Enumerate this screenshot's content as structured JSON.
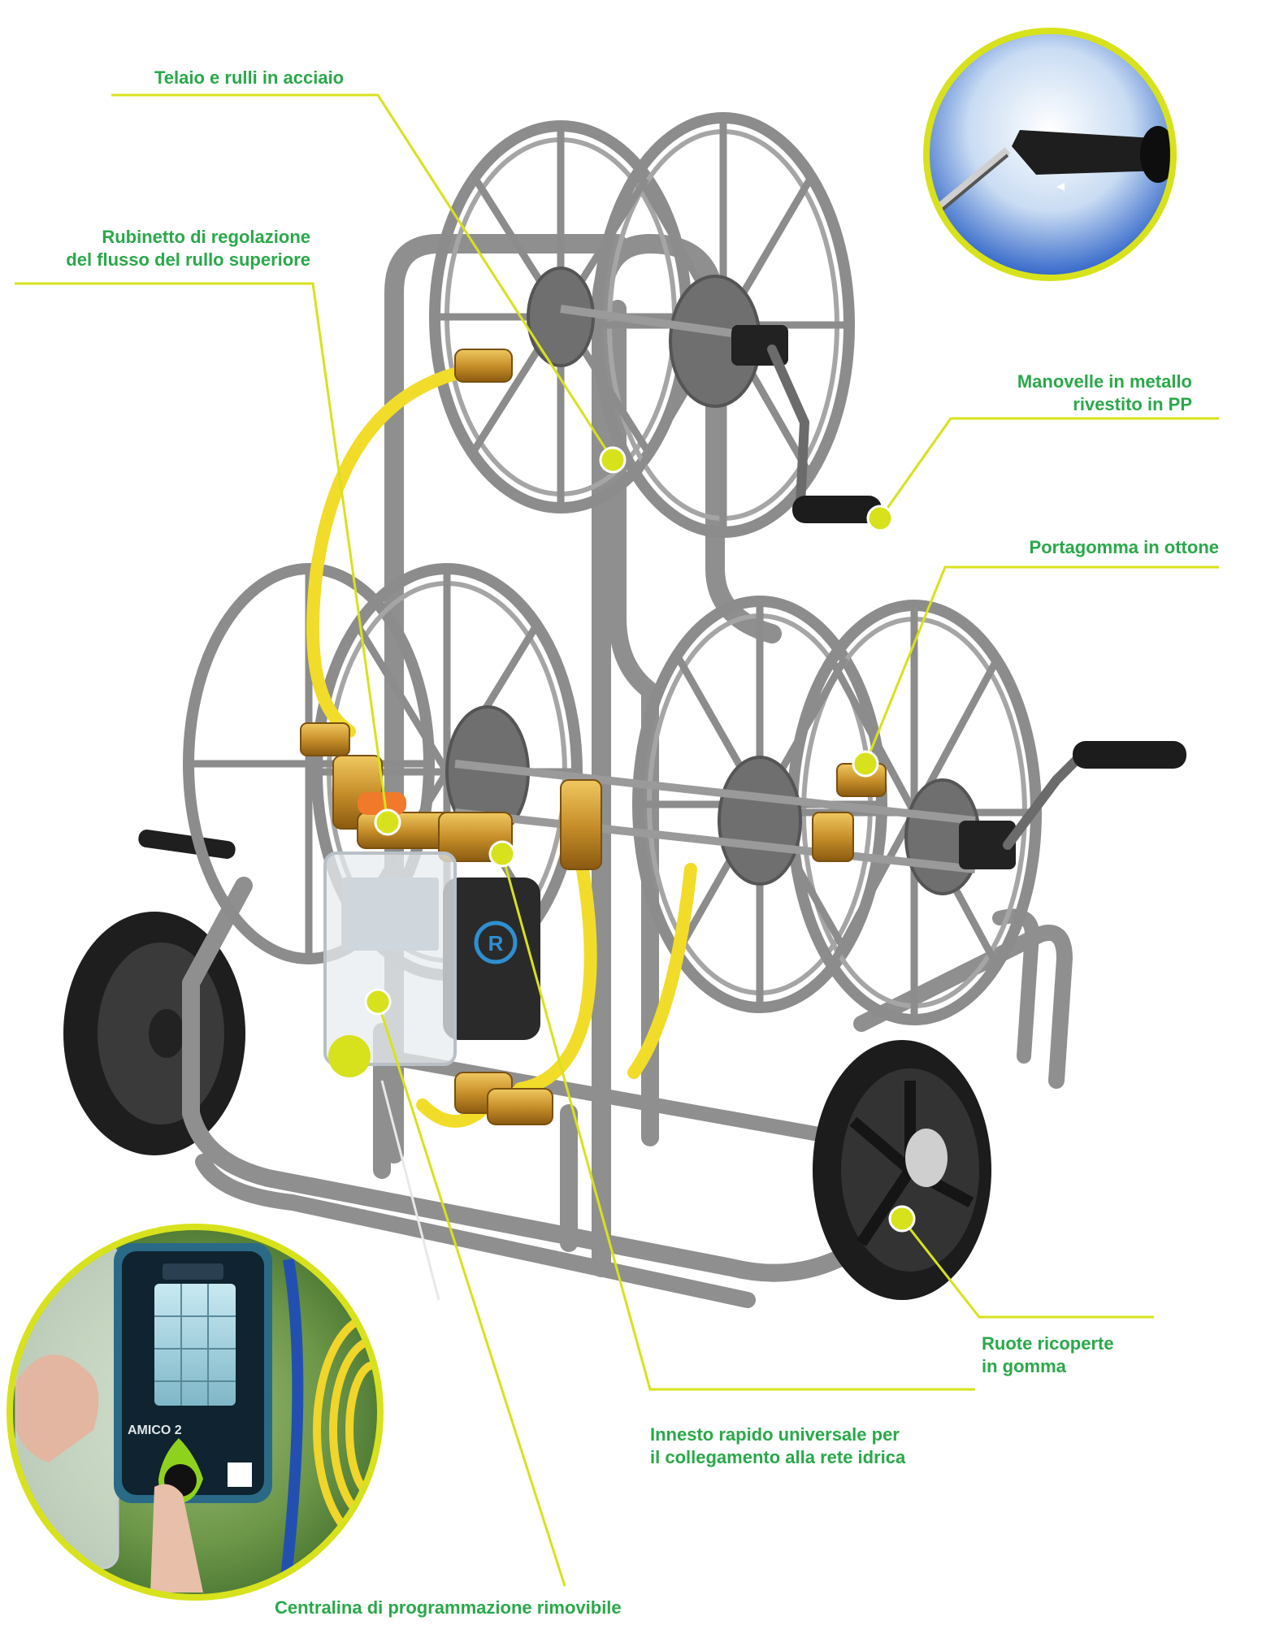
{
  "accent_color": "#d7e21c",
  "label_color": "#2aa84a",
  "labels": {
    "telaio": "Telaio e rulli in acciaio",
    "rubinetto": [
      "Rubinetto di regolazione",
      "del flusso del rullo superiore"
    ],
    "manovelle": [
      "Manovelle in metallo",
      "rivestito in PP"
    ],
    "portagomma": "Portagomma in ottone",
    "ruote": [
      "Ruote ricoperte",
      "in gomma"
    ],
    "innesto": [
      "Innesto rapido universale per",
      "il collegamento alla rete idrica"
    ],
    "centralina": "Centralina di programmazione rimovibile"
  },
  "inset_controller": {
    "brand": "AMICO 2",
    "brand_mark": "R"
  }
}
